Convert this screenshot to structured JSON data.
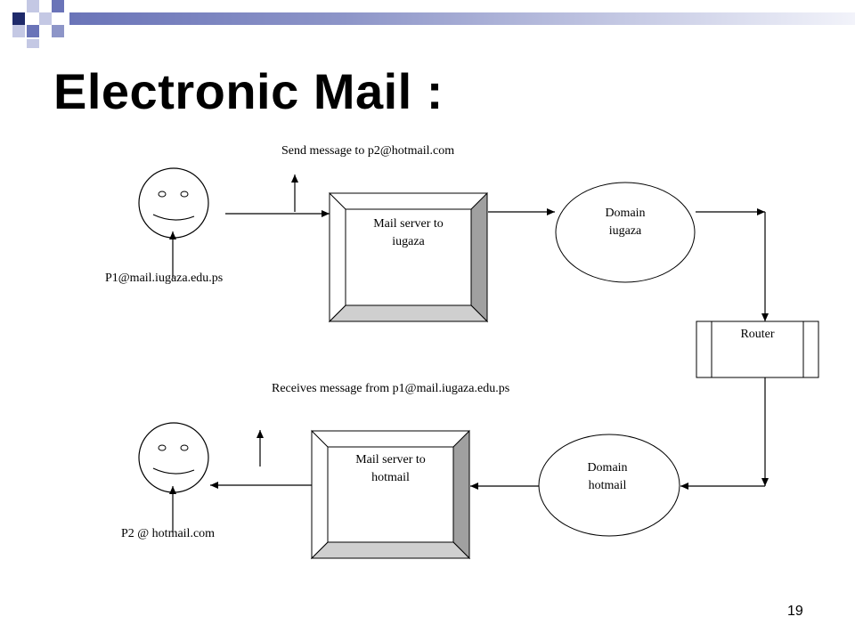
{
  "slide": {
    "title": "Electronic Mail :",
    "page_number": "19",
    "accent_colors": {
      "dark_navy": "#1f2a6b",
      "mid_blue": "#6a74b8",
      "light_lavender": "#c4c8e4"
    }
  },
  "diagram": {
    "sender": {
      "address": "P1@mail.iugaza.edu.ps"
    },
    "receiver": {
      "address": "P2 @ hotmail.com"
    },
    "send_label": "Send message to p2@hotmail.com",
    "receive_label": "Receives message from p1@mail.iugaza.edu.ps",
    "mail_server_sender": {
      "line1": "Mail server to",
      "line2": "iugaza"
    },
    "mail_server_receiver": {
      "line1": "Mail server to",
      "line2": "hotmail"
    },
    "domain_sender": {
      "line1": "Domain",
      "line2": "iugaza"
    },
    "domain_receiver": {
      "line1": "Domain",
      "line2": "hotmail"
    },
    "router": {
      "label": "Router"
    }
  }
}
